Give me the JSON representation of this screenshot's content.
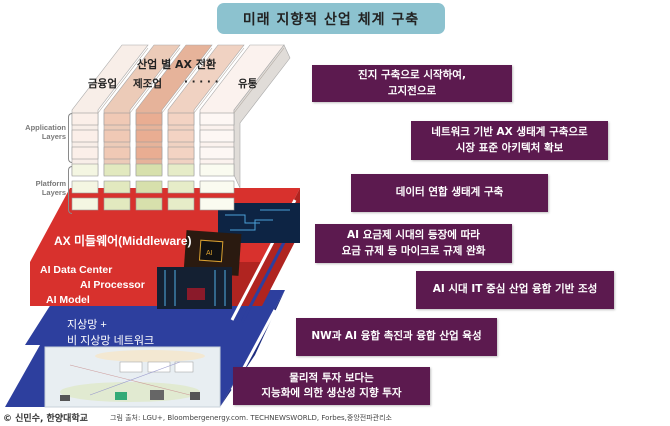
{
  "title": "미래 지향적 산업 체계 구축",
  "diagram": {
    "industry_header": "산업 별 AX 전환",
    "columns": [
      "금융업",
      "제조업",
      "· · · · ·",
      "유통"
    ],
    "side_labels": {
      "application": "Application\nLayers",
      "platform": "Platform\nLayers"
    },
    "middleware_label": "AX 미들웨어(Middleware)",
    "ai_layer": {
      "data_center": "AI Data Center",
      "processor": "AI Processor",
      "model": "AI Model"
    },
    "network_layer": {
      "line1": "지상망 +",
      "line2": "비 지상망 네트워크"
    },
    "colors": {
      "red_layer": "#d8312d",
      "blue_layer": "#2d3f9e",
      "application_block": "#f2d3c6",
      "platform_block": "#e4ebc4",
      "callout_bg": "#5c1a4f",
      "title_bg": "#8cc2cf"
    }
  },
  "callouts": [
    {
      "line1": "진지 구축으로 시작하여,",
      "line2": "고지전으로"
    },
    {
      "line1": "네트워크 기반  AX  생태계 구축으로",
      "line2": "시장 표준 아키텍처 확보"
    },
    {
      "line1": "데이터 연합 생태계 구축",
      "line2": ""
    },
    {
      "line1": "AI 요금제 시대의 등장에 따라",
      "line2": "요금 규제 등 마이크로 규제 완화"
    },
    {
      "line1": "AI 시대 IT 중심 산업 융합  기반 조성",
      "line2": ""
    },
    {
      "line1": "NW과 AI 융합 촉진과 융합 산업 육성",
      "line2": ""
    },
    {
      "line1": "물리적 투자 보다는",
      "line2": "지능화에 의한 생산성 지향 투자"
    }
  ],
  "footer": {
    "copyright": "© 신민수, 한양대학교",
    "source": "그림 출처: LGU+, Bloombergenergy.com. TECHNEWSWORLD, Forbes,중앙전파관리소"
  }
}
